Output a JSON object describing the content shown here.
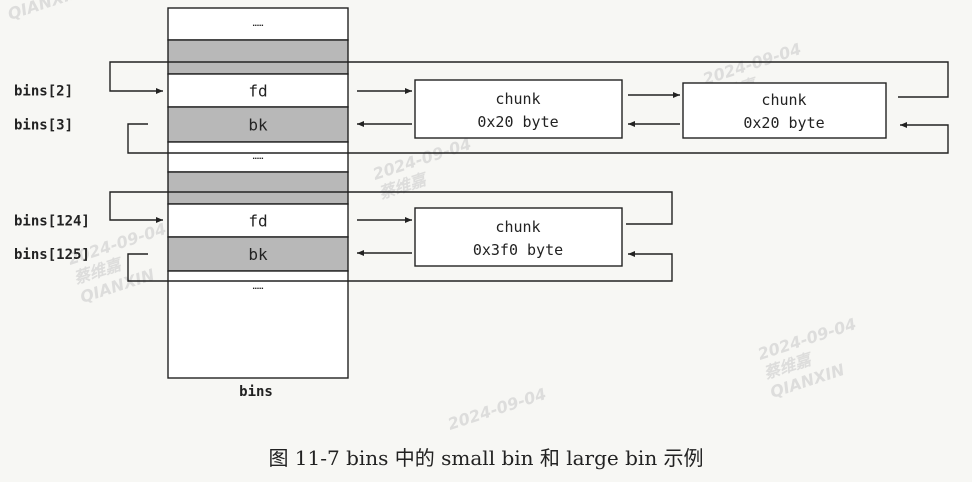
{
  "bins_array": {
    "rows": [
      {
        "label": "",
        "text": "……",
        "shaded": false
      },
      {
        "label": "",
        "text": "",
        "shaded": true
      },
      {
        "label": "bins[2]",
        "text": "fd",
        "shaded": false
      },
      {
        "label": "bins[3]",
        "text": "bk",
        "shaded": true
      },
      {
        "label": "",
        "text": "……",
        "shaded": false
      },
      {
        "label": "",
        "text": "",
        "shaded": true
      },
      {
        "label": "bins[124]",
        "text": "fd",
        "shaded": false
      },
      {
        "label": "bins[125]",
        "text": "bk",
        "shaded": true
      },
      {
        "label": "",
        "text": "……",
        "shaded": false
      }
    ],
    "name": "bins"
  },
  "chunks": [
    {
      "title": "chunk",
      "size": "0x20 byte"
    },
    {
      "title": "chunk",
      "size": "0x20 byte"
    },
    {
      "title": "chunk",
      "size": "0x3f0 byte"
    }
  ],
  "caption": "图 11-7   bins 中的 small bin 和 large bin 示例",
  "watermarks": [
    {
      "date": "2024-09-04",
      "name": "蔡维嘉",
      "org": "QIANXIN"
    }
  ],
  "colors": {
    "shade": "#b8b8b8",
    "line": "#222222",
    "box": "#ffffff"
  }
}
